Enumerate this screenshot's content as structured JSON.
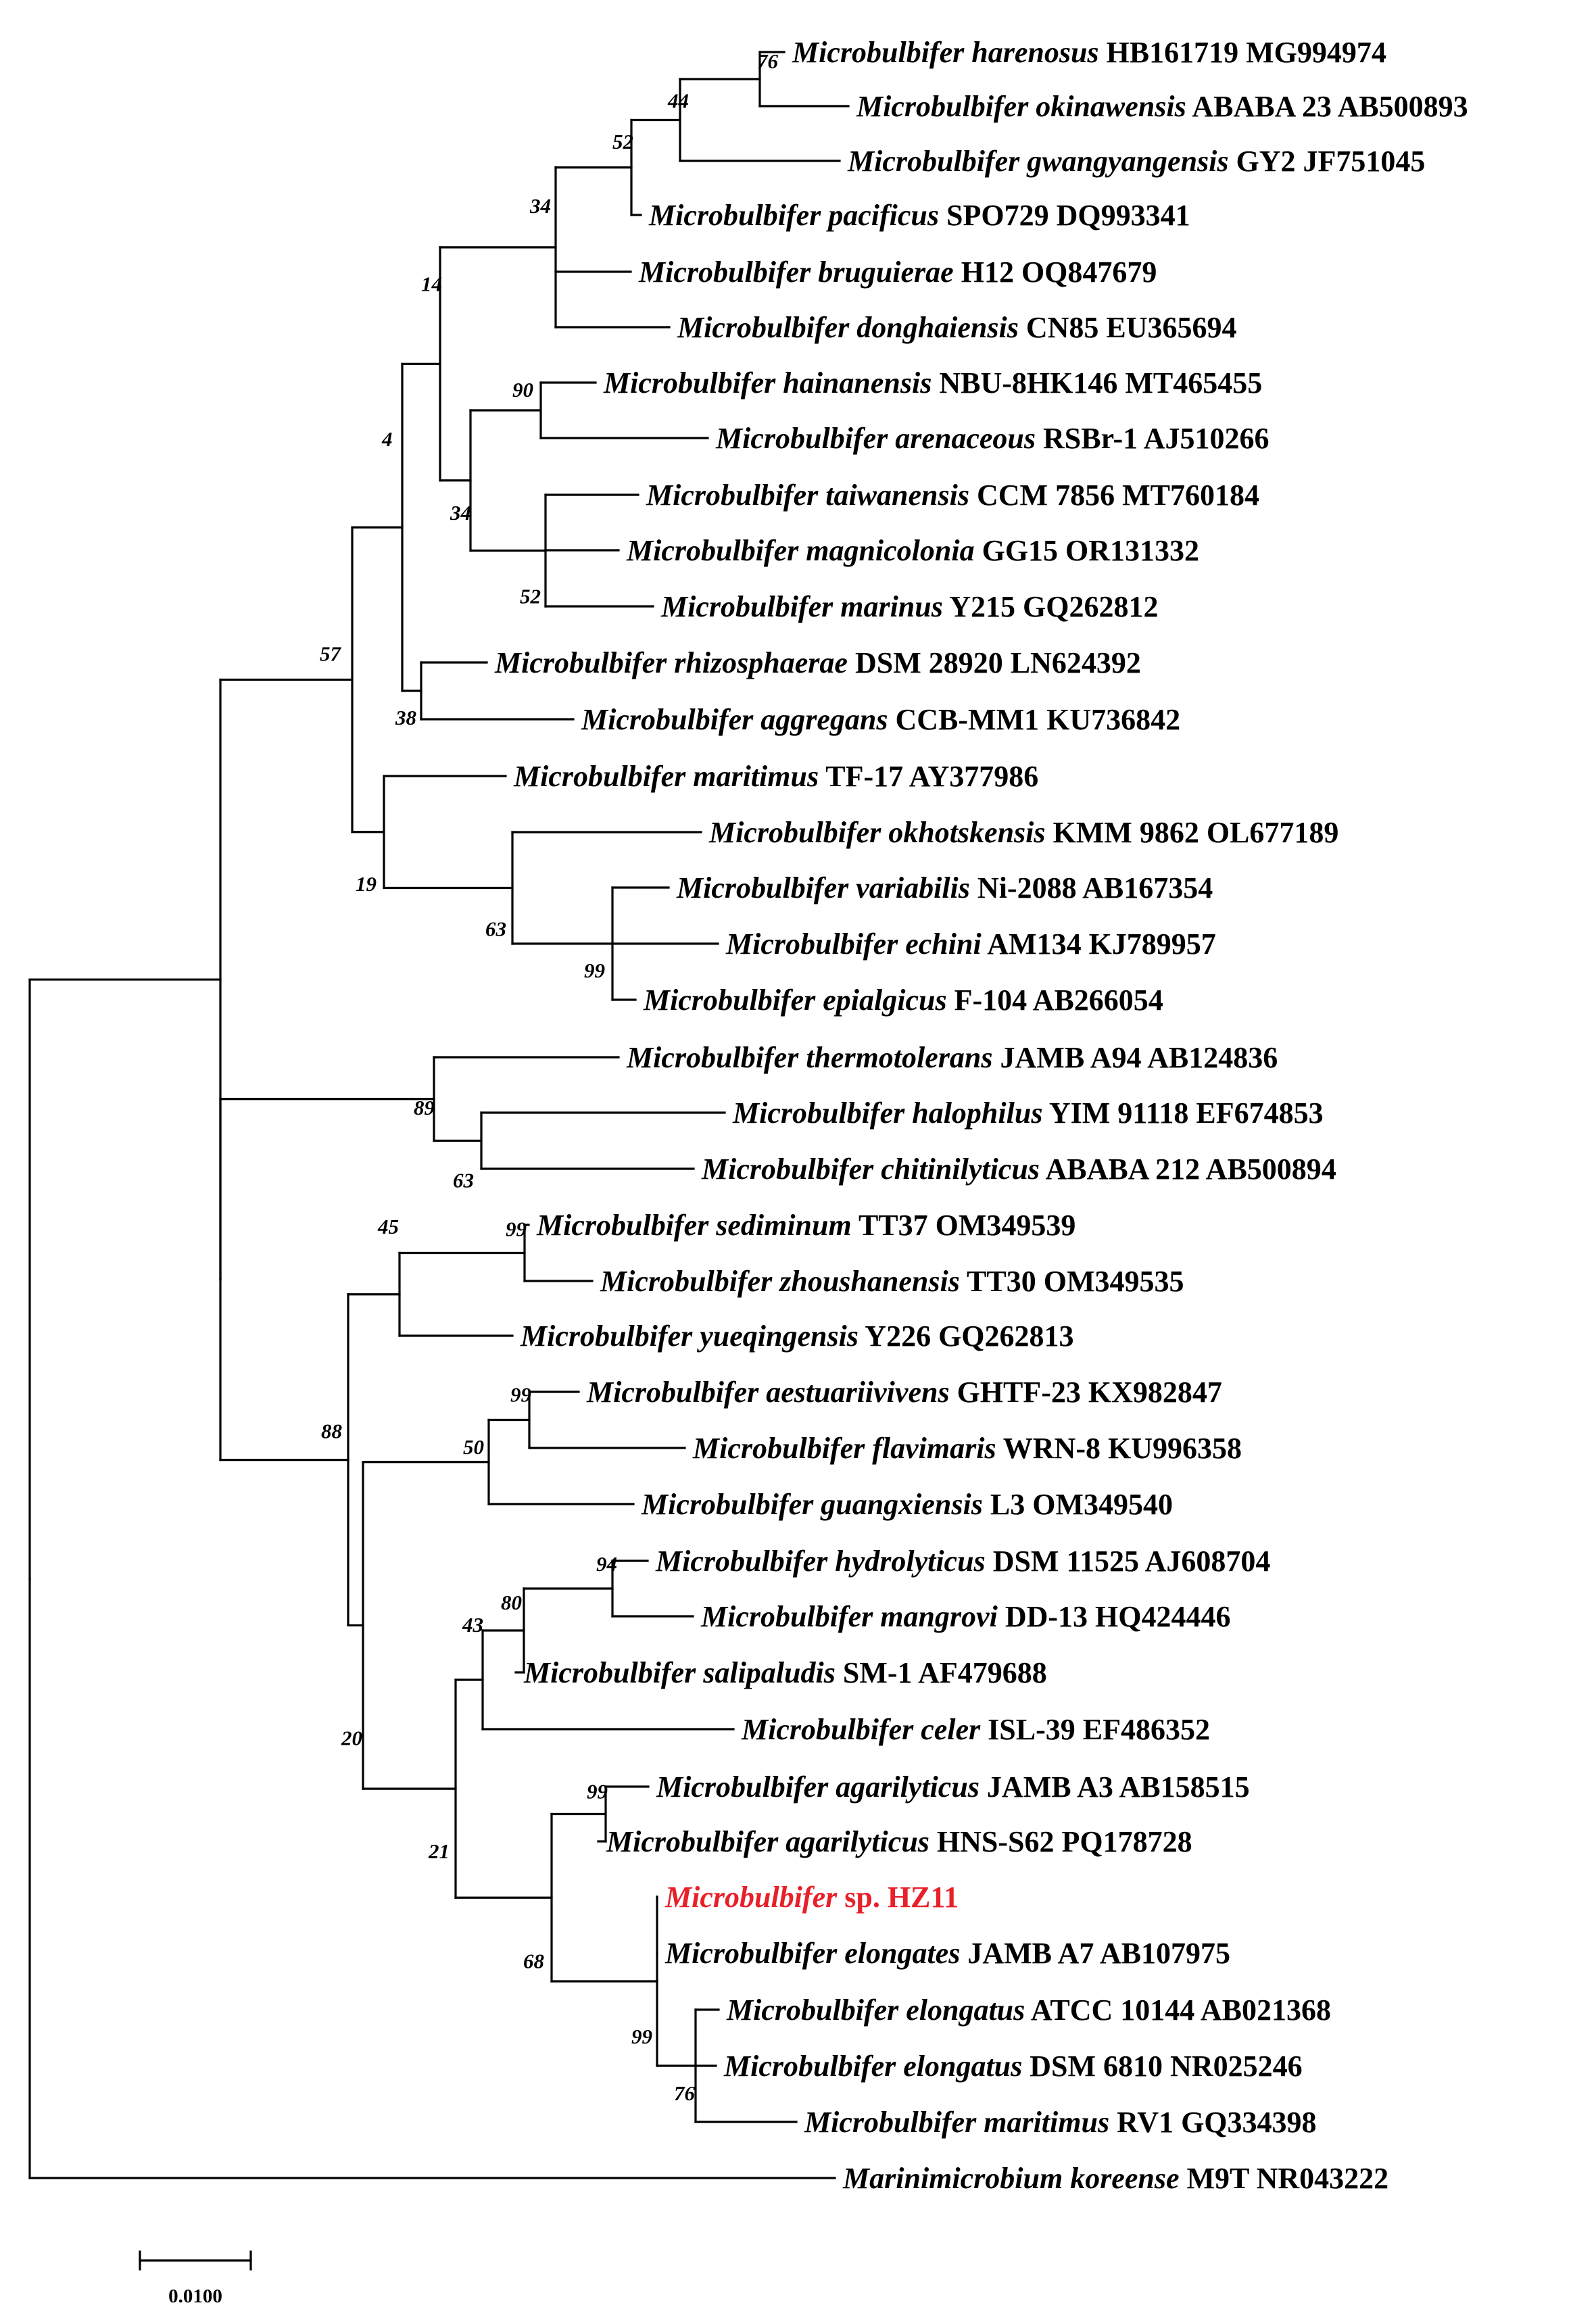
{
  "tree": {
    "leaves": [
      {
        "id": "L0",
        "genus": "Microbulbifer",
        "rest": "harenosus HB161719 MG994974",
        "species": "harenosus",
        "strain": "HB161719 MG994974"
      },
      {
        "id": "L1",
        "genus": "Microbulbifer",
        "species": "okinawensis",
        "strain": "ABABA 23 AB500893"
      },
      {
        "id": "L2",
        "genus": "Microbulbifer",
        "species": "gwangyangensis",
        "strain": "GY2 JF751045"
      },
      {
        "id": "L3",
        "genus": "Microbulbifer",
        "species": "pacificus",
        "strain": "SPO729 DQ993341"
      },
      {
        "id": "L4",
        "genus": "Microbulbifer",
        "species": "bruguierae",
        "strain": "H12 OQ847679"
      },
      {
        "id": "L5",
        "genus": "Microbulbifer",
        "species": "donghaiensis",
        "strain": "CN85 EU365694"
      },
      {
        "id": "L6",
        "genus": "Microbulbifer",
        "species": "hainanensis",
        "strain": "NBU-8HK146 MT465455"
      },
      {
        "id": "L7",
        "genus": "Microbulbifer",
        "species": "arenaceous",
        "strain": "RSBr-1 AJ510266"
      },
      {
        "id": "L8",
        "genus": "Microbulbifer",
        "species": "taiwanensis",
        "strain": "CCM 7856 MT760184"
      },
      {
        "id": "L9",
        "genus": "Microbulbifer",
        "species": "magnicolonia",
        "strain": "GG15 OR131332"
      },
      {
        "id": "L10",
        "genus": "Microbulbifer",
        "species": "marinus",
        "strain": "Y215 GQ262812"
      },
      {
        "id": "L11",
        "genus": "Microbulbifer",
        "species": "rhizosphaerae",
        "strain": "DSM 28920 LN624392"
      },
      {
        "id": "L12",
        "genus": "Microbulbifer",
        "species": "aggregans",
        "strain": "CCB-MM1 KU736842"
      },
      {
        "id": "L13",
        "genus": "Microbulbifer",
        "species": "maritimus",
        "strain": "TF-17 AY377986"
      },
      {
        "id": "L14",
        "genus": "Microbulbifer",
        "species": "okhotskensis",
        "strain": "KMM 9862 OL677189"
      },
      {
        "id": "L15",
        "genus": "Microbulbifer",
        "species": "variabilis",
        "strain": "Ni-2088 AB167354"
      },
      {
        "id": "L16",
        "genus": "Microbulbifer",
        "species": "echini",
        "strain": "AM134 KJ789957"
      },
      {
        "id": "L17",
        "genus": "Microbulbifer",
        "species": "epialgicus",
        "strain": "F-104 AB266054"
      },
      {
        "id": "L18",
        "genus": "Microbulbifer",
        "species": "thermotolerans",
        "strain": "JAMB A94 AB124836"
      },
      {
        "id": "L19",
        "genus": "Microbulbifer",
        "species": "halophilus",
        "strain": "YIM 91118 EF674853"
      },
      {
        "id": "L20",
        "genus": "Microbulbifer",
        "species": "chitinilyticus",
        "strain": "ABABA 212 AB500894"
      },
      {
        "id": "L21",
        "genus": "Microbulbifer",
        "species": "sediminum",
        "strain": "TT37 OM349539"
      },
      {
        "id": "L22",
        "genus": "Microbulbifer",
        "species": "zhoushanensis",
        "strain": "TT30 OM349535"
      },
      {
        "id": "L23",
        "genus": "Microbulbifer",
        "species": "yueqingensis",
        "strain": "Y226 GQ262813"
      },
      {
        "id": "L24",
        "genus": "Microbulbifer",
        "species": "aestuariivivens",
        "strain": "GHTF-23 KX982847"
      },
      {
        "id": "L25",
        "genus": "Microbulbifer",
        "species": "flavimaris",
        "strain": "WRN-8 KU996358"
      },
      {
        "id": "L26",
        "genus": "Microbulbifer",
        "species": "guangxiensis",
        "strain": "L3 OM349540"
      },
      {
        "id": "L27",
        "genus": "Microbulbifer",
        "species": "hydrolyticus",
        "strain": "DSM 11525 AJ608704"
      },
      {
        "id": "L28",
        "genus": "Microbulbifer",
        "species": "mangrovi",
        "strain": "DD-13 HQ424446"
      },
      {
        "id": "L29",
        "genus": "Microbulbifer",
        "species": "salipaludis",
        "strain": "SM-1 AF479688"
      },
      {
        "id": "L30",
        "genus": "Microbulbifer",
        "species": "celer",
        "strain": "ISL-39 EF486352"
      },
      {
        "id": "L31",
        "genus": "Microbulbifer",
        "species": "agarilyticus",
        "strain": "JAMB A3 AB158515"
      },
      {
        "id": "L32",
        "genus": "Microbulbifer",
        "species": "agarilyticus",
        "strain": "HNS-S62 PQ178728"
      },
      {
        "id": "L33",
        "genus": "Microbulbifer",
        "species": "sp.",
        "strain": "HZ11",
        "highlight": true
      },
      {
        "id": "L34",
        "genus": "Microbulbifer",
        "species": "elongates",
        "strain": "JAMB A7 AB107975"
      },
      {
        "id": "L35",
        "genus": "Microbulbifer",
        "species": "elongatus",
        "strain": "ATCC 10144 AB021368"
      },
      {
        "id": "L36",
        "genus": "Microbulbifer",
        "species": "elongatus",
        "strain": "DSM 6810 NR025246"
      },
      {
        "id": "L37",
        "genus": "Microbulbifer",
        "species": "maritimus",
        "strain": "RV1 GQ334398"
      },
      {
        "id": "L38",
        "genus": "Marinimicrobium",
        "species": "koreense",
        "strain": "M9T NR043222"
      }
    ],
    "support_values": [
      "76",
      "44",
      "52",
      "34",
      "14",
      "90",
      "34",
      "52",
      "4",
      "57",
      "38",
      "19",
      "63",
      "99",
      "89",
      "63",
      "99",
      "45",
      "99",
      "50",
      "88",
      "94",
      "80",
      "43",
      "20",
      "21",
      "99",
      "68",
      "99",
      "76"
    ],
    "highlight_color": "#e8202a",
    "scale_bar": {
      "label": "0.0100"
    }
  }
}
